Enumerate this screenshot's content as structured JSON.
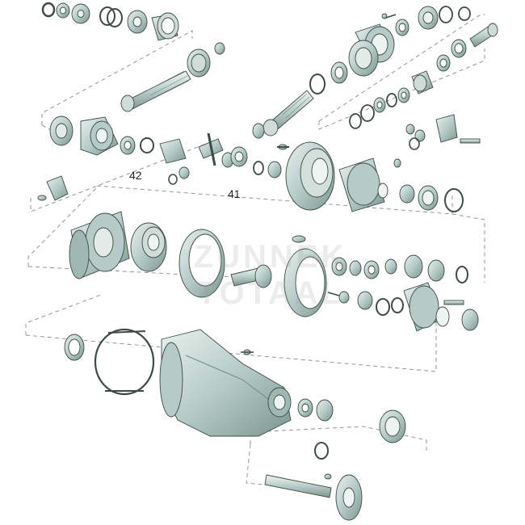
{
  "callouts": {
    "part_42": "42",
    "part_41": "41"
  },
  "watermark": "ZUNNEK TOTAAL",
  "colors": {
    "metal_light": "#d9e6e2",
    "metal_mid": "#9fb8b2",
    "metal_dark": "#6f8a84",
    "outline": "#3d4a47",
    "dash": "#7a7a7a",
    "background": "#ffffff"
  }
}
